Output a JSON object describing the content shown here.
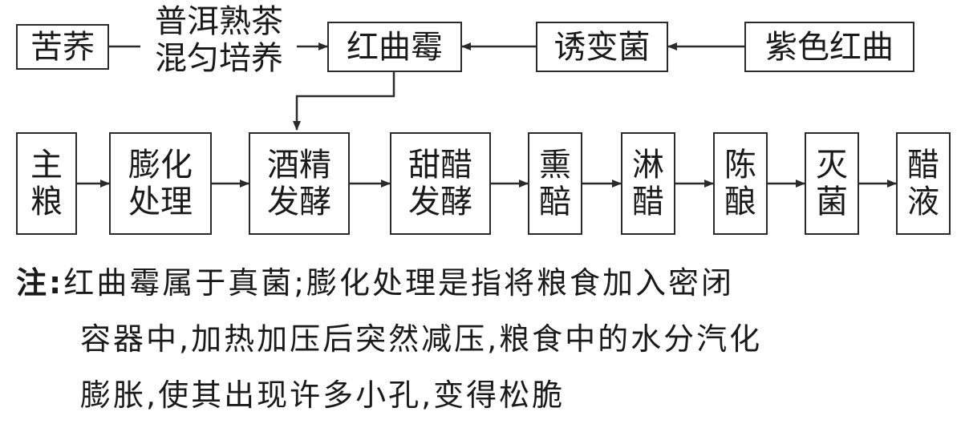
{
  "top_row": {
    "kuqiao": "苦荞",
    "label_line1": "普洱熟茶",
    "label_line2": "混匀培养",
    "hongqumei": "红曲霉",
    "youbianjun": "诱变菌",
    "zisehongqu": "紫色红曲"
  },
  "steps": [
    {
      "line1": "主",
      "line2": "粮"
    },
    {
      "line1": "膨化",
      "line2": "处理"
    },
    {
      "line1": "酒精",
      "line2": "发酵"
    },
    {
      "line1": "甜醋",
      "line2": "发酵"
    },
    {
      "line1": "熏",
      "line2": "醅"
    },
    {
      "line1": "淋",
      "line2": "醋"
    },
    {
      "line1": "陈",
      "line2": "酿"
    },
    {
      "line1": "灭",
      "line2": "菌"
    },
    {
      "line1": "醋",
      "line2": "液"
    }
  ],
  "note": {
    "label": "注:",
    "line1": "红曲霉属于真菌;膨化处理是指将粮食加入密闭",
    "line2": "容器中,加热加压后突然减压,粮食中的水分汽化",
    "line3": "膨胀,使其出现许多小孔,变得松脆"
  },
  "colors": {
    "stroke": "#2a2a2a",
    "text": "#1a1a1a",
    "background": "#ffffff"
  }
}
